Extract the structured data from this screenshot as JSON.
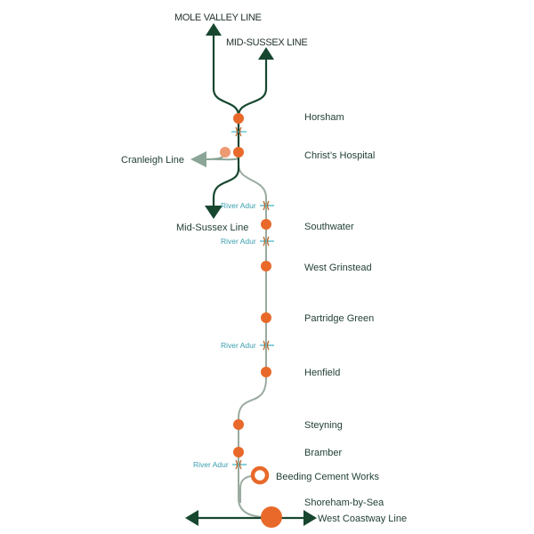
{
  "colors": {
    "main_line": "#17472f",
    "branch_line": "#9aaa9f",
    "station": "#e8692a",
    "closed_station": "#ec9a72",
    "cranleigh": "#8ba596",
    "river": "#4bb7c7"
  },
  "lines": {
    "mole_valley": "MOLE VALLEY LINE",
    "mid_sussex_top": "MID-SUSSEX LINE",
    "cranleigh": "Cranleigh Line",
    "mid_sussex_bottom": "Mid-Sussex Line",
    "west_coastway": "West Coastway Line"
  },
  "stations": {
    "horsham": "Horsham",
    "christs_hospital": "Christ’s Hospital",
    "southwater": "Southwater",
    "west_grinstead": "West Grinstead",
    "partridge_green": "Partridge Green",
    "henfield": "Henfield",
    "steyning": "Steyning",
    "bramber": "Bramber",
    "beeding": "Beeding Cement Works",
    "shoreham": "Shoreham-by-Sea"
  },
  "river_crossings": [
    "River Adur",
    "River Adur",
    "River Adur",
    "River Adur"
  ]
}
